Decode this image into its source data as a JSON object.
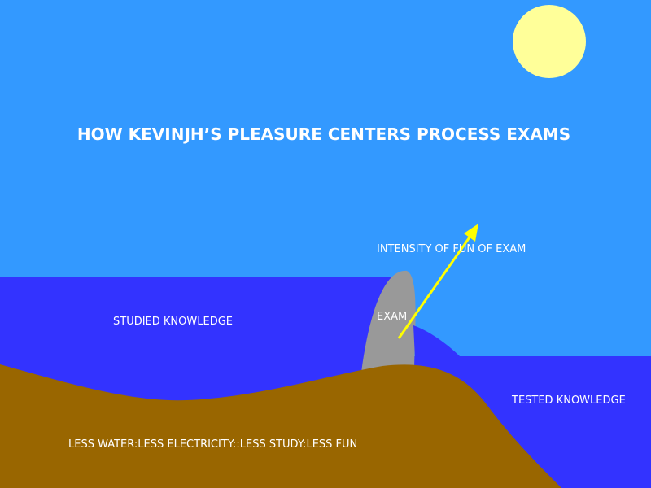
{
  "title": "HOW KEVINJH’S PLEASURE CENTERS PROCESS EXAMS",
  "labels": {
    "intensity": "INTENSITY OF FUN OF EXAM",
    "studied": "STUDIED KNOWLEDGE",
    "exam": "EXAM",
    "tested": "TESTED KNOWLEDGE",
    "analogy": "LESS WATER:LESS ELECTRICITY::LESS STUDY:LESS FUN"
  },
  "colors": {
    "sky": "#3399ff",
    "sun": "#ffff99",
    "water": "#3333ff",
    "ground": "#996600",
    "dam": "#999999",
    "arrow": "#ffff00",
    "text": "#ffffff"
  }
}
